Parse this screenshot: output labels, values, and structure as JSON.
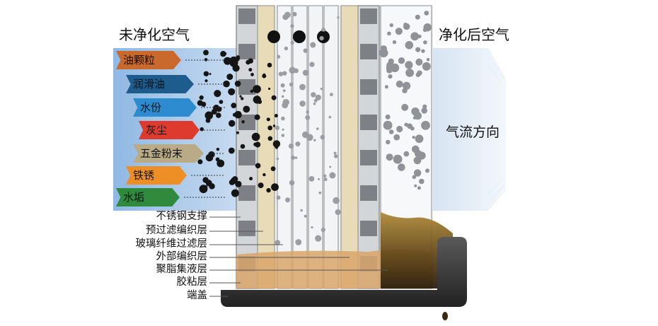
{
  "headers": {
    "unpurified_air": "未净化空气",
    "purified_air": "净化后空气",
    "airflow_direction": "气流方向"
  },
  "contaminants": [
    {
      "label": "油颗粒",
      "color": "#c9692b"
    },
    {
      "label": "润滑油",
      "color": "#1f5c8e"
    },
    {
      "label": "水份",
      "color": "#2d8bd0"
    },
    {
      "label": "灰尘",
      "color": "#de3b2e"
    },
    {
      "label": "五金粉末",
      "color": "#b8ab86"
    },
    {
      "label": "铁锈",
      "color": "#ee8f25"
    },
    {
      "label": "水垢",
      "color": "#2f8a3d"
    }
  ],
  "layers": [
    "不锈钢支撑",
    "预过滤编织层",
    "玻璃纤维过滤层",
    "外部编织层",
    "聚脂集液层",
    "胶粘层",
    "端盖"
  ],
  "colors": {
    "inlet_band": "#8eb6e1",
    "outlet_band": "#dde8f5",
    "end_cap": "#3a3a3a",
    "collected_liquid": "#8a6a2c"
  }
}
